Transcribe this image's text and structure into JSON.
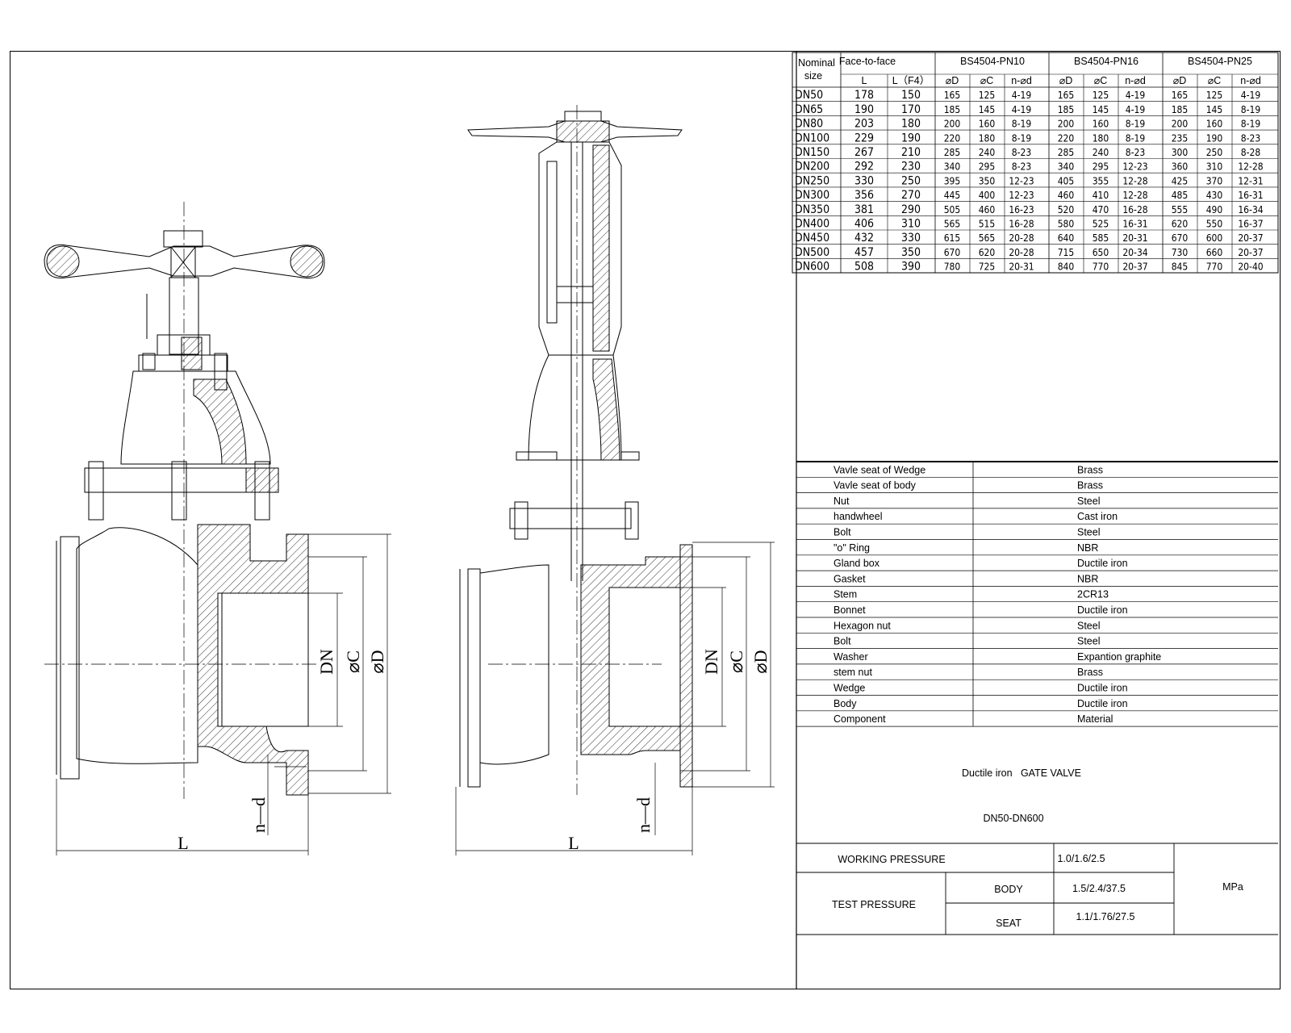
{
  "size_table": {
    "h_nominal": "Nominal",
    "h_size": "size",
    "h_face": "Face-to-face",
    "groups": [
      "BS4504-PN10",
      "BS4504-PN16",
      "BS4504-PN25"
    ],
    "sub_L": "L",
    "sub_LF4": "L（F4）",
    "sub_cols": [
      "⌀D",
      "⌀C",
      "n-⌀d"
    ],
    "rows": [
      [
        "DN50",
        "178",
        "150",
        "165",
        "125",
        "4-19",
        "165",
        "125",
        "4-19",
        "165",
        "125",
        "4-19"
      ],
      [
        "DN65",
        "190",
        "170",
        "185",
        "145",
        "4-19",
        "185",
        "145",
        "4-19",
        "185",
        "145",
        "8-19"
      ],
      [
        "DN80",
        "203",
        "180",
        "200",
        "160",
        "8-19",
        "200",
        "160",
        "8-19",
        "200",
        "160",
        "8-19"
      ],
      [
        "DN100",
        "229",
        "190",
        "220",
        "180",
        "8-19",
        "220",
        "180",
        "8-19",
        "235",
        "190",
        "8-23"
      ],
      [
        "DN150",
        "267",
        "210",
        "285",
        "240",
        "8-23",
        "285",
        "240",
        "8-23",
        "300",
        "250",
        "8-28"
      ],
      [
        "DN200",
        "292",
        "230",
        "340",
        "295",
        "8-23",
        "340",
        "295",
        "12-23",
        "360",
        "310",
        "12-28"
      ],
      [
        "DN250",
        "330",
        "250",
        "395",
        "350",
        "12-23",
        "405",
        "355",
        "12-28",
        "425",
        "370",
        "12-31"
      ],
      [
        "DN300",
        "356",
        "270",
        "445",
        "400",
        "12-23",
        "460",
        "410",
        "12-28",
        "485",
        "430",
        "16-31"
      ],
      [
        "DN350",
        "381",
        "290",
        "505",
        "460",
        "16-23",
        "520",
        "470",
        "16-28",
        "555",
        "490",
        "16-34"
      ],
      [
        "DN400",
        "406",
        "310",
        "565",
        "515",
        "16-28",
        "580",
        "525",
        "16-31",
        "620",
        "550",
        "16-37"
      ],
      [
        "DN450",
        "432",
        "330",
        "615",
        "565",
        "20-28",
        "640",
        "585",
        "20-31",
        "670",
        "600",
        "20-37"
      ],
      [
        "DN500",
        "457",
        "350",
        "670",
        "620",
        "20-28",
        "715",
        "650",
        "20-34",
        "730",
        "660",
        "20-37"
      ],
      [
        "DN600",
        "508",
        "390",
        "780",
        "725",
        "20-31",
        "840",
        "770",
        "20-37",
        "845",
        "770",
        "20-40"
      ]
    ]
  },
  "materials": {
    "rows": [
      [
        "Vavle seat of Wedge",
        "Brass"
      ],
      [
        "Vavle seat of body",
        "Brass"
      ],
      [
        "Nut",
        "Steel"
      ],
      [
        "handwheel",
        "Cast iron"
      ],
      [
        "Bolt",
        "Steel"
      ],
      [
        "\"o\" Ring",
        "NBR"
      ],
      [
        "Gland box",
        "Ductile iron"
      ],
      [
        "Gasket",
        "NBR"
      ],
      [
        "Stem",
        "2CR13"
      ],
      [
        "Bonnet",
        "Ductile iron"
      ],
      [
        "Hexagon nut",
        "Steel"
      ],
      [
        "Bolt",
        "Steel"
      ],
      [
        "Washer",
        "Expantion graphite"
      ],
      [
        "stem nut",
        "Brass"
      ],
      [
        "Wedge",
        "Ductile iron"
      ],
      [
        "Body",
        "Ductile iron"
      ],
      [
        "Component",
        "Material"
      ]
    ]
  },
  "title_block": {
    "title_line1": "Ductile iron   GATE VALVE",
    "title_line2": "DN50-DN600",
    "working_label": "WORKING PRESSURE",
    "working_value": "1.0/1.6/2.5",
    "test_label": "TEST PRESSURE",
    "body_label": "BODY",
    "body_value": "1.5/2.4/37.5",
    "seat_label": "SEAT",
    "seat_value": "1.1/1.76/27.5",
    "unit": "MPa"
  },
  "dims": {
    "L": "L",
    "DN": "DN",
    "C": "⌀C",
    "D": "⌀D",
    "nd": "n—d"
  }
}
